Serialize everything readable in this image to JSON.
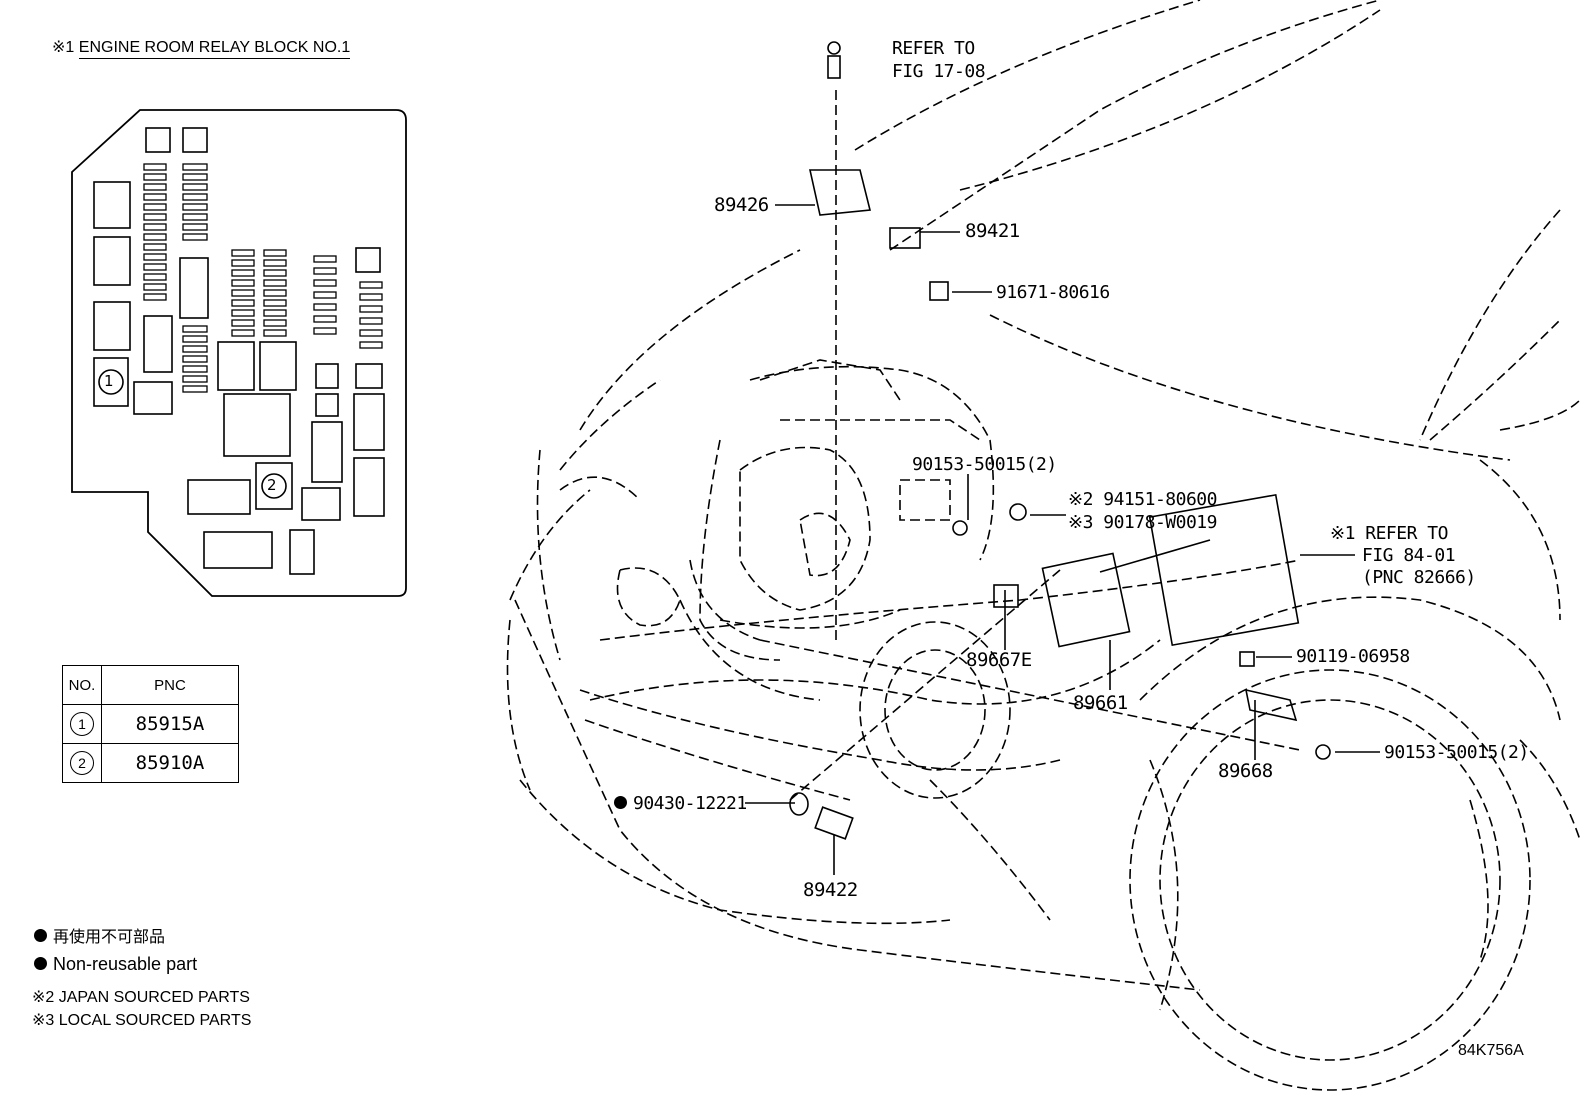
{
  "relay_block": {
    "title_mark": "※1",
    "title": "ENGINE ROOM RELAY BLOCK NO.1",
    "circle_1": "1",
    "circle_2": "2"
  },
  "pnc_table": {
    "header_no": "NO.",
    "header_pnc": "PNC",
    "rows": [
      {
        "no": "1",
        "pnc": "85915A"
      },
      {
        "no": "2",
        "pnc": "85910A"
      }
    ]
  },
  "parts": {
    "refer_fig_17": [
      "REFER TO",
      "FIG 17-08"
    ],
    "p89426": "89426",
    "p89421": "89421",
    "p91671": "91671-80616",
    "p90153_top": "90153-50015(2)",
    "p94151": "※2 94151-80600",
    "p90178": "※3 90178-W0019",
    "refer_fig_84": [
      "※1 REFER TO",
      "FIG 84-01",
      "(PNC 82666)"
    ],
    "p90119": "90119-06958",
    "p89667e": "89667E",
    "p89661": "89661",
    "p89668": "89668",
    "p90153_bottom": "90153-50015(2)",
    "p90430": "90430-12221",
    "p89422": "89422"
  },
  "legend": {
    "non_reusable_jp": "再使用不可部品",
    "non_reusable_en": "Non-reusable part",
    "japan_sourced": "※2 JAPAN SOURCED PARTS",
    "local_sourced": "※3 LOCAL SOURCED PARTS"
  },
  "figure_code": "84K756A"
}
